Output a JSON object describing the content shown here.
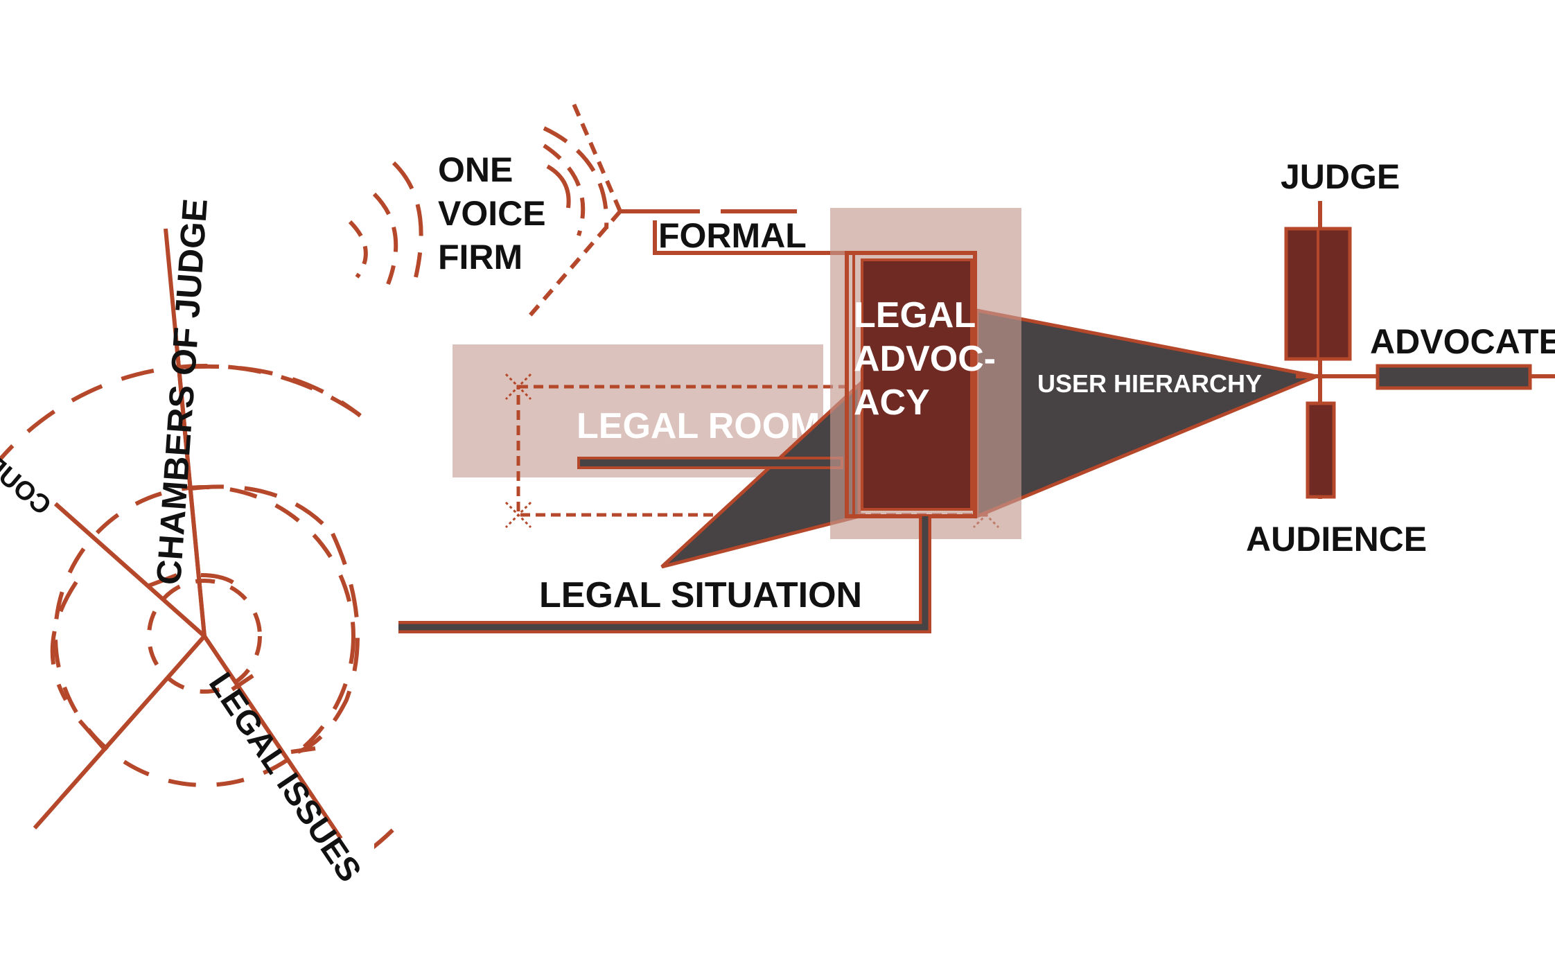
{
  "labels": {
    "chambers_of_judge": "CHAMBERS OF JUDGE",
    "court_room": "COURT ROOM",
    "legal_issues": "LEGAL ISSUES",
    "one": "ONE",
    "voice": "VOICE",
    "firm": "FIRM",
    "formal": "FORMAL",
    "legal_room": "LEGAL ROOM",
    "legal_advocacy_1": "LEGAL",
    "legal_advocacy_2": "ADVOC-",
    "legal_advocacy_3": "ACY",
    "user_hierarchy": "USER HIERARCHY",
    "legal_situation": "LEGAL SITUATION",
    "judge": "JUDGE",
    "advocate": "ADVOCATE",
    "audience": "AUDIENCE"
  },
  "colors": {
    "rust": "#b5472a",
    "maroon": "#6e2a23",
    "charcoal": "#474344",
    "pink_overlay": "#c49a90",
    "text": "#111111",
    "text_light": "#ffffff"
  }
}
